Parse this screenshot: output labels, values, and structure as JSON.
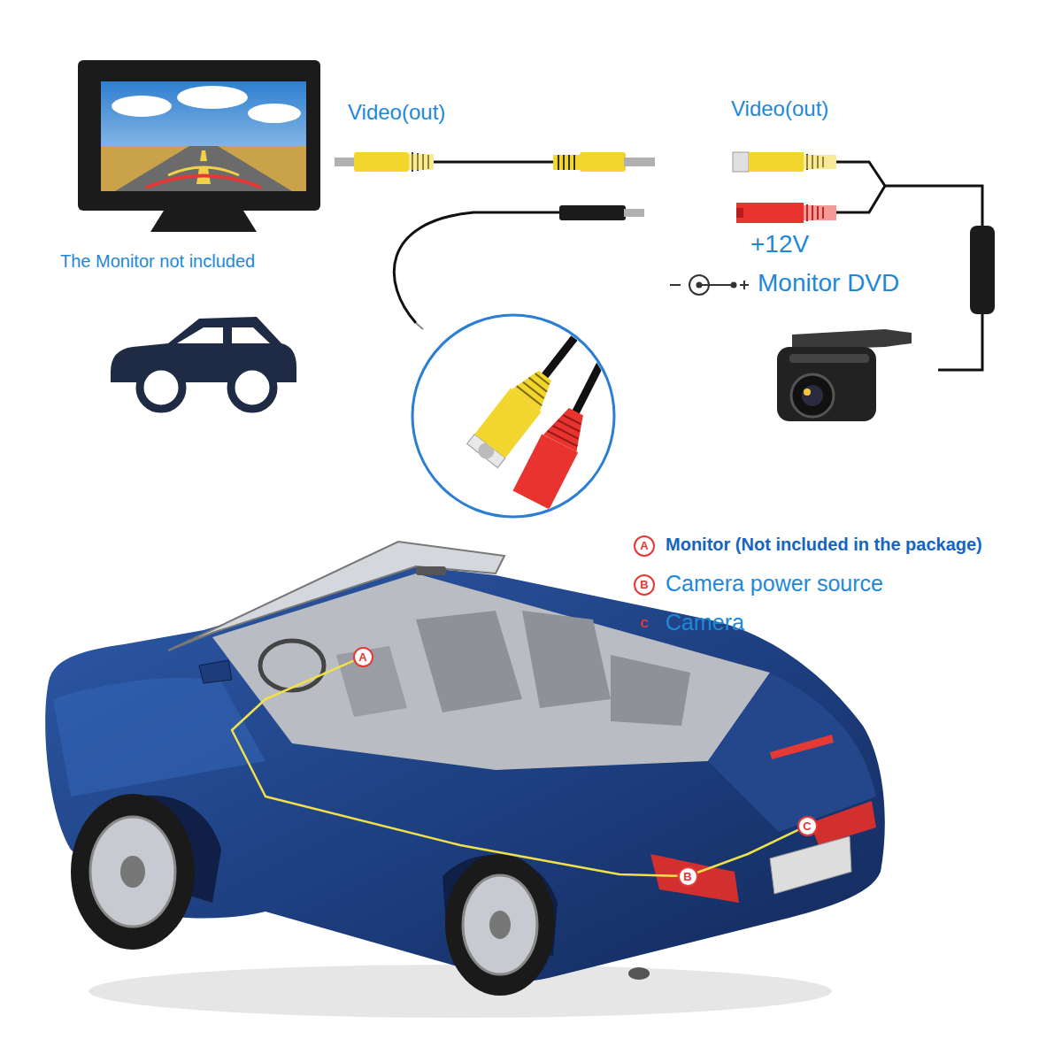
{
  "diagram": {
    "nodes": [
      {
        "text": [
          "A"
        ]
      },
      {
        "text": [
          "B"
        ]
      },
      {
        "text": [
          "C"
        ]
      }
    ],
    "edges": [
      {
        "from": 0,
        "to": 1,
        "arrow": "none"
      },
      {
        "from": 1,
        "to": 2,
        "arrow": "none"
      }
    ],
    "labels": [
      "Video(out)",
      "Video(out)",
      "+12V",
      "Monitor DVD",
      "The Monitor not included",
      "A",
      "Monitor (Not included in the package)",
      "B",
      "Camera power source",
      "C",
      "Camera"
    ]
  }
}
